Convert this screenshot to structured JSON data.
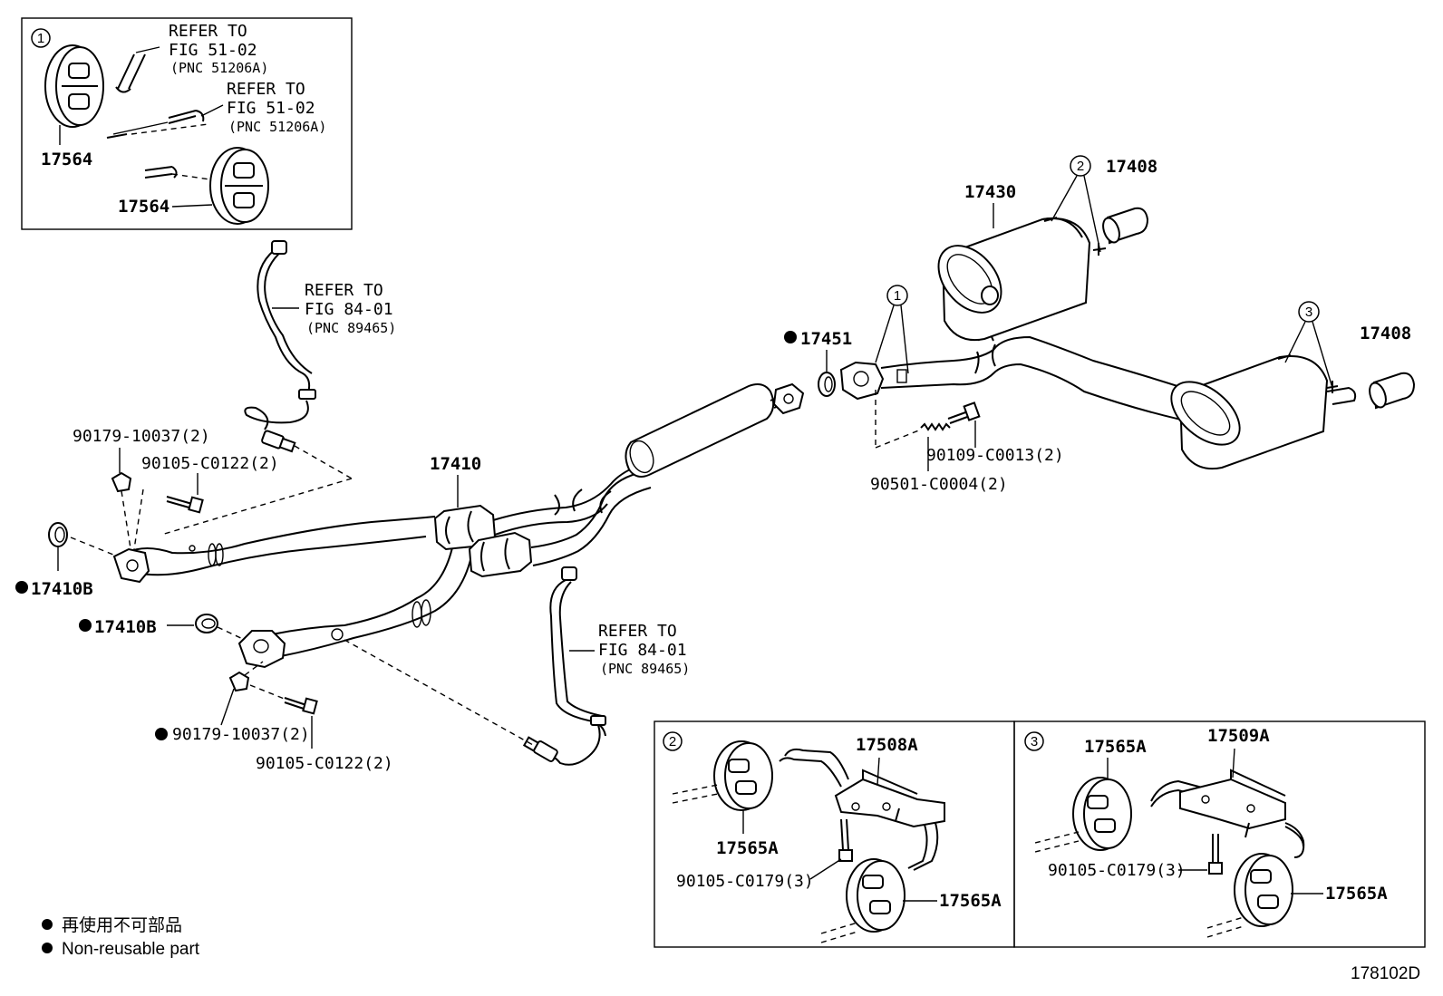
{
  "inset1": {
    "marker": "1",
    "label_upper": "17564",
    "label_lower": "17564",
    "ref1": {
      "l1": "REFER TO",
      "l2": "FIG 51-02",
      "l3": "(PNC 51206A)"
    },
    "ref2": {
      "l1": "REFER TO",
      "l2": "FIG 51-02",
      "l3": "(PNC 51206A)"
    }
  },
  "sensor_ref_upper": {
    "l1": "REFER TO",
    "l2": "FIG 84-01",
    "l3": "(PNC 89465)"
  },
  "sensor_ref_lower": {
    "l1": "REFER TO",
    "l2": "FIG 84-01",
    "l3": "(PNC 89465)"
  },
  "labels": {
    "p90179_top": "90179-10037(2)",
    "p90105_top": "90105-C0122(2)",
    "p17410": "17410",
    "p17410B_upper": "17410B",
    "p17410B_lower": "17410B",
    "p90179_bottom": "90179-10037(2)",
    "p90105_bottom": "90105-C0122(2)",
    "p17451": "17451",
    "p17430": "17430",
    "p17408_top": "17408",
    "p17408_right": "17408",
    "p90109": "90109-C0013(2)",
    "p90501": "90501-C0004(2)",
    "marker_1": "1",
    "marker_2": "2",
    "marker_3": "3"
  },
  "inset2": {
    "marker": "2",
    "p17508A": "17508A",
    "p17565A_left": "17565A",
    "p90105": "90105-C0179(3)",
    "p17565A_right": "17565A"
  },
  "inset3": {
    "marker": "3",
    "p17565A_top": "17565A",
    "p17509A": "17509A",
    "p90105": "90105-C0179(3)",
    "p17565A_right": "17565A"
  },
  "legend": {
    "line1": "再使用不可部品",
    "line2": "Non-reusable part"
  },
  "figure_code": "178102D"
}
